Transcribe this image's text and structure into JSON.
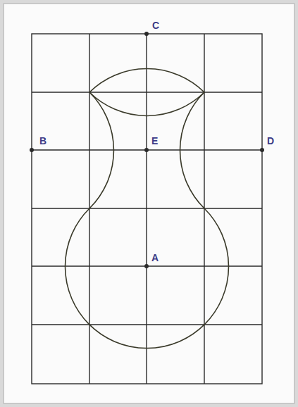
{
  "diagram": {
    "labels": [
      "C",
      "B",
      "E",
      "D",
      "A"
    ]
  }
}
